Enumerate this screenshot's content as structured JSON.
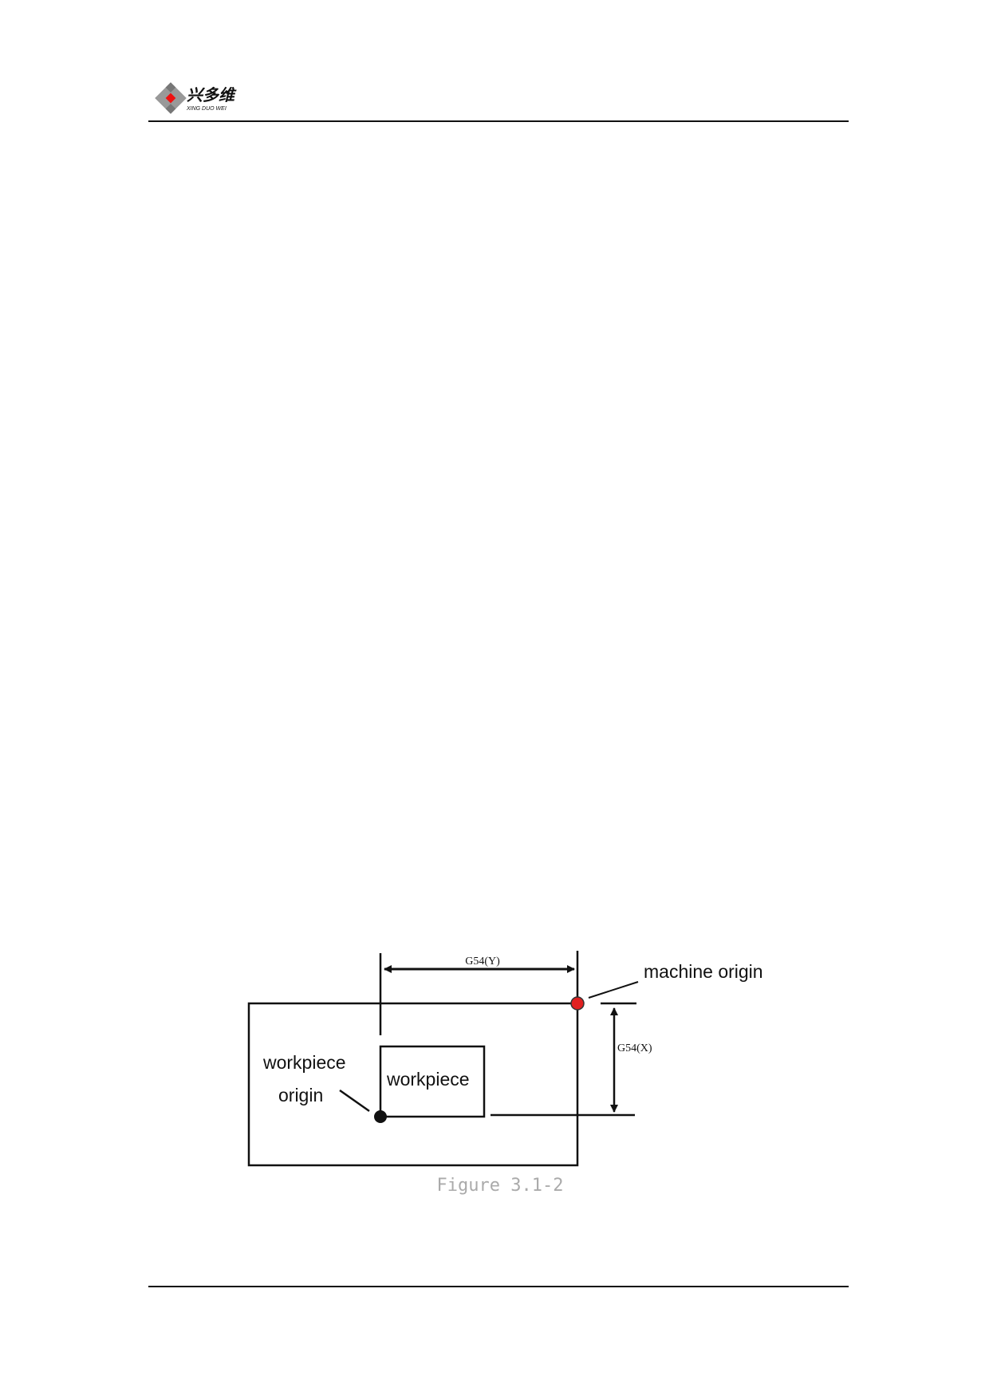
{
  "header": {
    "logo": {
      "brand_cn": "兴多维",
      "brand_en": "XING DUO WEI"
    }
  },
  "figure": {
    "labels": {
      "g54_y": "G54(Y)",
      "g54_x": "G54(X)",
      "machine_origin": "machine origin",
      "workpiece_origin_line1": "workpiece",
      "workpiece_origin_line2": "origin",
      "workpiece": "workpiece"
    },
    "colors": {
      "machine_origin_dot": "#e02020",
      "lines": "#111111"
    },
    "caption": "Figure 3.1-2"
  }
}
